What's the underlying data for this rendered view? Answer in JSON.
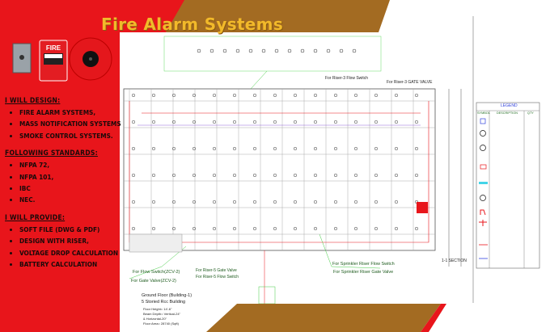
{
  "title": "Fire Alarm Systems",
  "device_labels": {
    "pull_station": "FIRE"
  },
  "sections": [
    {
      "heading": "I will design:",
      "items": [
        "Fire alarm systems,",
        "Mass notification systems",
        "Smoke control systems."
      ]
    },
    {
      "heading": "Following standards:",
      "items": [
        "NFPA 72,",
        "NFPA 101,",
        "IBC",
        "NEC."
      ]
    },
    {
      "heading": "I will provide:",
      "items": [
        "Soft file (DWG & PDF)",
        "design with riser,",
        "voltage drop calculation",
        "Battery calculation"
      ]
    }
  ],
  "drawing": {
    "labels": {
      "riser3_flow": "For Riser-3 Flow Switch",
      "riser3_gate": "For Riser-3 GATE VALVE",
      "flow_switch": "For Flow Switch(ZCV-2)",
      "gate_valve": "For Gate Valve(ZCV-2)",
      "riser5_gate": "For Riser-5 Gate Valve",
      "riser5_flow": "For Riser-5 Flow Switch",
      "sprinkler_flow": "For Sprinkler Riser Flow Switch",
      "sprinkler_gate": "For Sprinkler Riser Gate Valve",
      "section": "1-1 SECTION"
    },
    "building": {
      "name": "Ground Floor (Building-1)",
      "type": "5 Storied Rcc Building",
      "notes": [
        "Floor Height= 14'-6\"",
        "Beam Depth= Vertical-24\"",
        "& Horizontal-20\"",
        "Floor Area= 28740 (Sqft)"
      ]
    },
    "legend": {
      "title": "LEGEND",
      "columns": [
        "SYMBOL",
        "DESCRIPTION",
        "QTY"
      ]
    }
  },
  "colors": {
    "red": "#e8151b",
    "brown": "#a36b22",
    "gold": "#f2b92a"
  }
}
